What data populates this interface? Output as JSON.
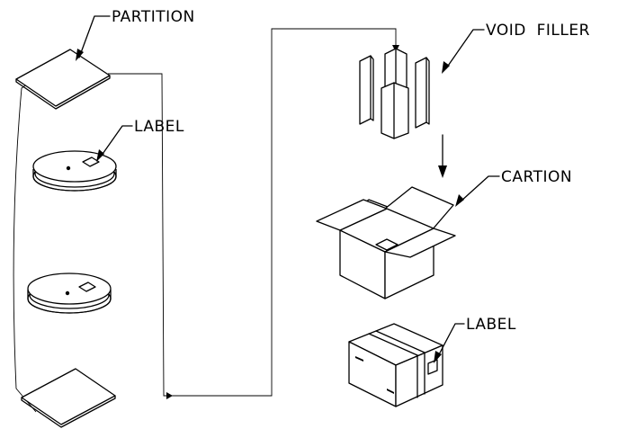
{
  "labels": {
    "partition": "PARTITION",
    "label_disc": "LABEL",
    "void_filler": "VOID  FILLER",
    "carton": "CARTION",
    "label_box": "LABEL"
  }
}
